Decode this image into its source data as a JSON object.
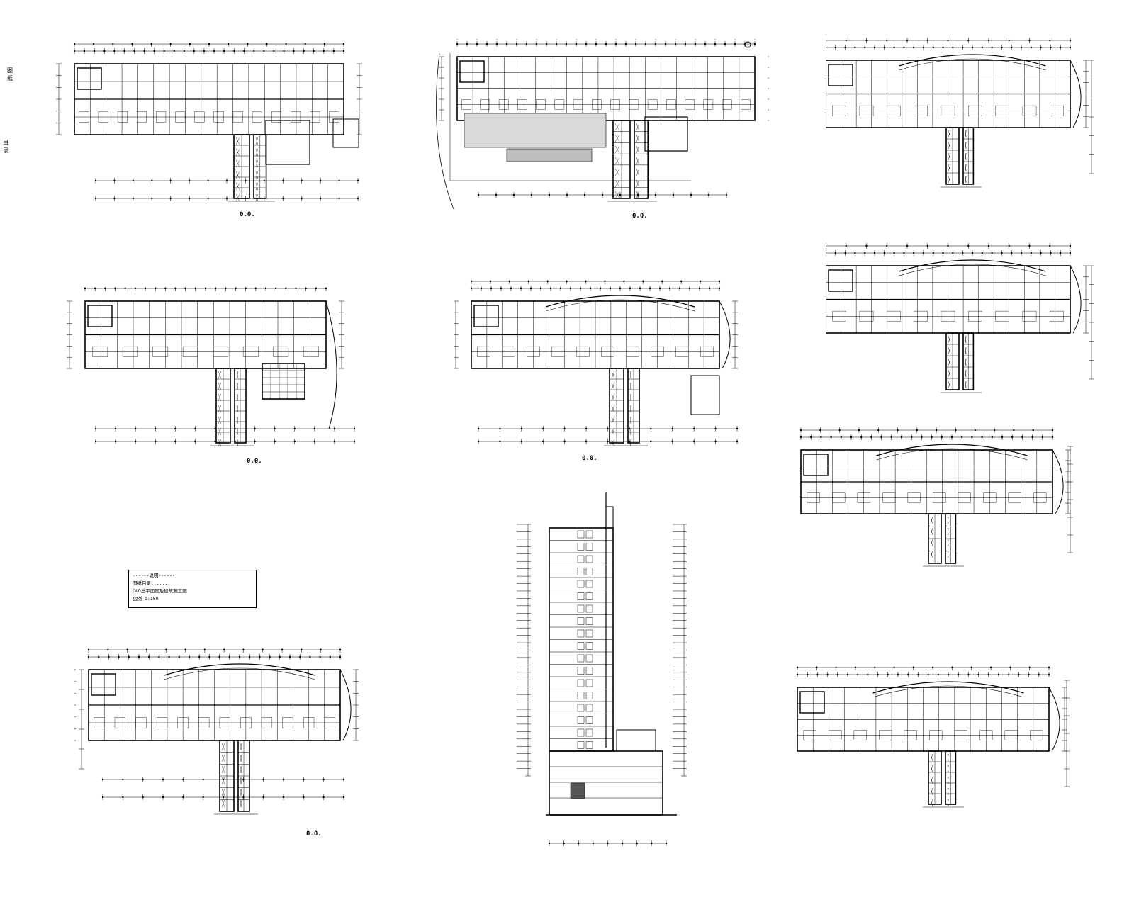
{
  "drawing": {
    "side_tags": [
      "图纸",
      "目录"
    ],
    "titles": [
      "0.0.",
      "0.0.",
      "0.0.",
      "0.0.",
      "0.0."
    ],
    "note": {
      "heading": "------说明------",
      "lines": [
        "图纸目录.......",
        "CAD总平面图及建筑施工图",
        "比例 1:100"
      ]
    },
    "colors": {
      "line": "#000000",
      "hatch": "#555555",
      "paper": "#ffffff"
    }
  }
}
